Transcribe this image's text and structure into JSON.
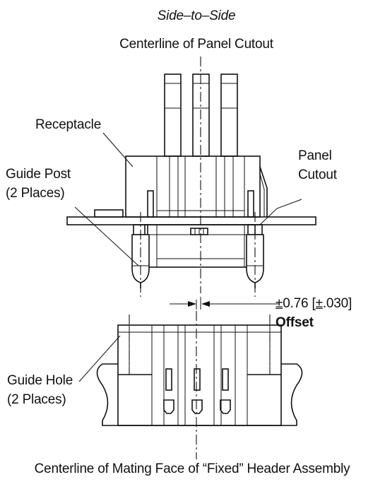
{
  "diagram": {
    "view_title": "Side–to–Side",
    "top_centerline": "Centerline of Panel Cutout",
    "receptacle": "Receptacle",
    "guide_post": [
      "Guide Post",
      "(2 Places)"
    ],
    "panel_cutout": [
      "Panel",
      "Cutout"
    ],
    "offset_dimension": {
      "prefix_symbol": "±",
      "metric": "0.76",
      "bracket_open": "[",
      "imperial_symbol": "±",
      "imperial": ".030",
      "bracket_close": "]",
      "label": "Offset"
    },
    "guide_hole": [
      "Guide Hole",
      "(2 Places)"
    ],
    "bottom_centerline": "Centerline of Mating Face of “Fixed” Header Assembly"
  }
}
